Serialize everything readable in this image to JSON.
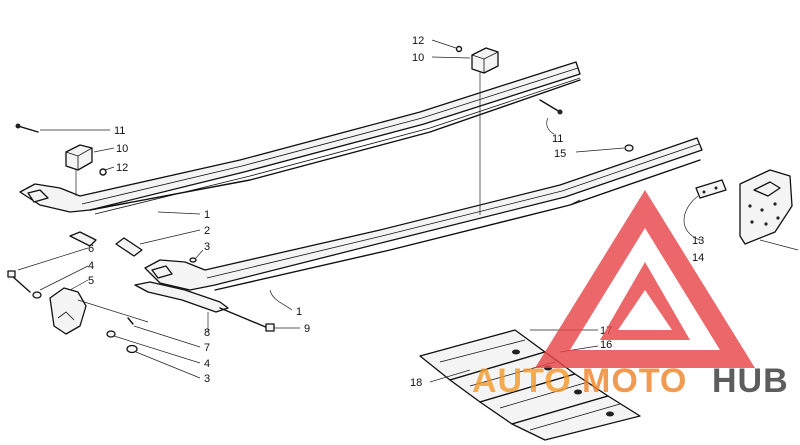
{
  "callouts": {
    "c11a": "11",
    "c10a": "10",
    "c12a": "12",
    "c12b": "12",
    "c10b": "10",
    "c11b": "11",
    "c15": "15",
    "c1a": "1",
    "c1b": "1",
    "c2": "2",
    "c3a": "3",
    "c6": "6",
    "c4a": "4",
    "c5": "5",
    "c8": "8",
    "c9": "9",
    "c7": "7",
    "c4b": "4",
    "c3b": "3",
    "c13": "13",
    "c14": "14",
    "c17": "17",
    "c16": "16",
    "c18": "18"
  },
  "watermark": {
    "part1": "AUTO",
    "part2": "MOTO",
    "part3": "HUB",
    "colors": {
      "triangle": "#e8464a",
      "auto": "#f39b2e",
      "moto": "#f0862a",
      "hub": "#3a3a3a"
    }
  }
}
